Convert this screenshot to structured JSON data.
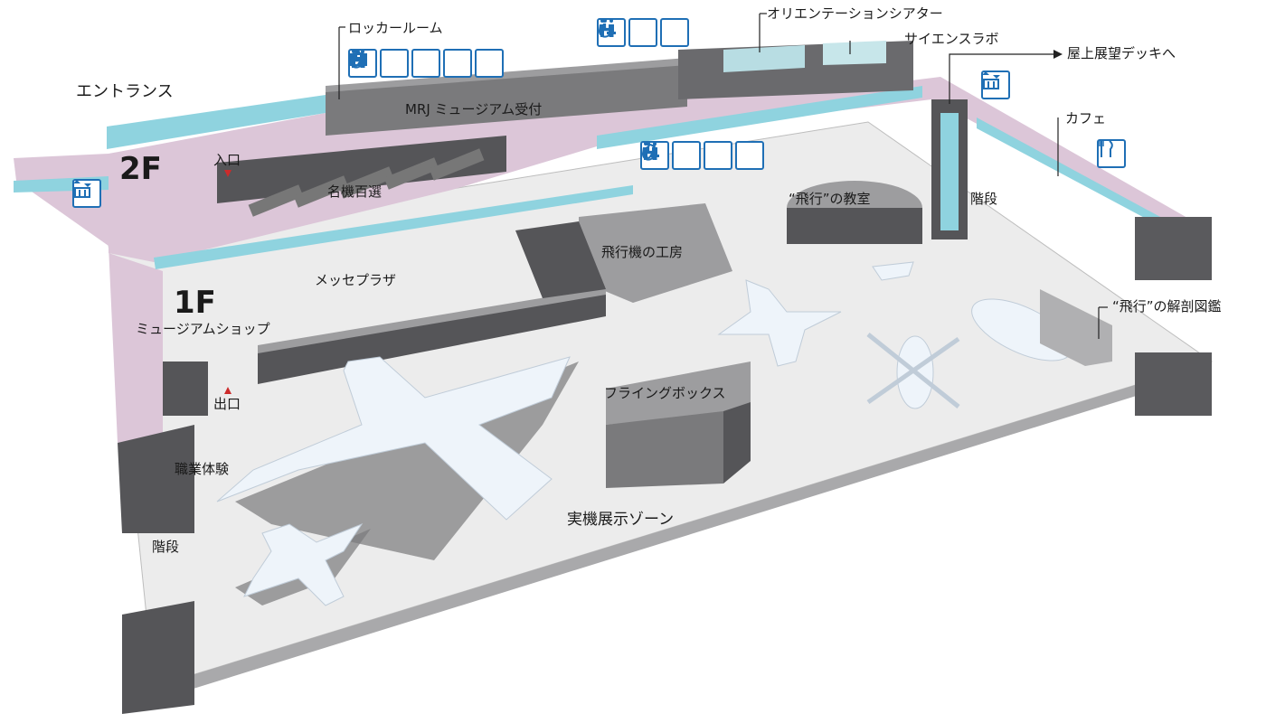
{
  "floors": {
    "second": "2F",
    "first": "1F"
  },
  "labels": {
    "entrance": "エントランス",
    "locker_room": "ロッカールーム",
    "orientation_theater": "オリエンテーションシアター",
    "science_lab": "サイエンスラボ",
    "rooftop_deck": "屋上展望デッキへ",
    "mrj_reception": "MRJ ミュージアム受付",
    "cafe": "カフェ",
    "entry": "入口",
    "famous_aircraft": "名機百選",
    "flight_classroom": "“飛行”の教室",
    "stairs_right": "階段",
    "message_plaza": "メッセプラザ",
    "aircraft_workshop": "飛行機の工房",
    "museum_shop": "ミュージアムショップ",
    "flight_anatomy": "“飛行”の解剖図鑑",
    "exit": "出口",
    "flying_box": "フライングボックス",
    "job_experience": "職業体験",
    "real_aircraft_zone": "実機展示ゾーン",
    "stairs_left": "階段"
  },
  "icons": {
    "locker_group": [
      "locker-icon",
      "restroom-icon",
      "accessible-icon",
      "baby-changing-icon",
      "baby-bottle-icon"
    ],
    "top_group": [
      "restroom-icon",
      "accessible-icon",
      "baby-changing-icon"
    ],
    "mid_group": [
      "restroom-icon",
      "accessible-icon",
      "baby-changing-icon",
      "baby-bottle-icon"
    ],
    "elevator_left": "elevator-icon",
    "elevator_right": "elevator-icon",
    "cafe": "cafe-icon"
  },
  "colors": {
    "floor": "#ececec",
    "corridor": "#dcc6d8",
    "glass": "#8fd3df",
    "wall_dark": "#555558",
    "wall_top": "#9d9d9f",
    "icon_blue": "#1f6fb5",
    "aircraft": "#eef4fa",
    "shadow": "#7a7a7c"
  }
}
